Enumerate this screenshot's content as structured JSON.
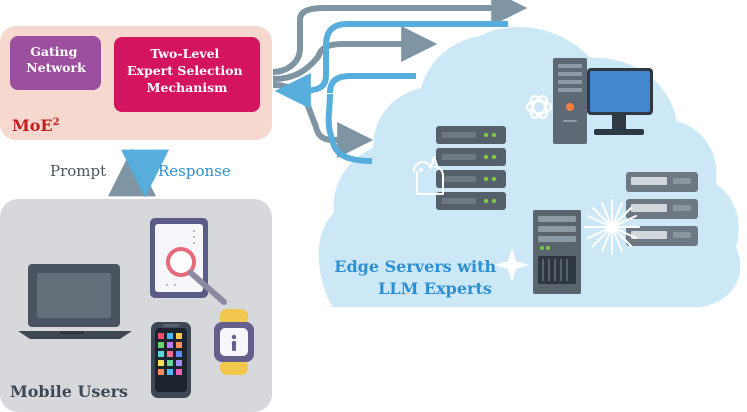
{
  "colors": {
    "moe_panel": "#f6d8cf",
    "gating_network": "#9c4f9e",
    "selection_mechanism": "#d51460",
    "moe_label": "#c11d1d",
    "mobile_panel": "#d6d8dc",
    "cloud": "#cce8f7",
    "gray_arrow": "#7f95a3",
    "blue_arrow": "#57aedc",
    "server_dark": "#56606a",
    "server_light": "#7d8892",
    "server_led": "#7cc943",
    "monitor_blue": "#4387cf",
    "edge_label": "#2b8fd2"
  },
  "moe": {
    "gating_network_label": [
      "Gating",
      "Network"
    ],
    "selection_label": [
      "Two-Level",
      "Expert Selection",
      "Mechanism"
    ],
    "title": "MoE",
    "title_superscript": "2"
  },
  "links": {
    "prompt_label": "Prompt",
    "response_label": "Response"
  },
  "mobile": {
    "title": "Mobile Users"
  },
  "edge": {
    "title_lines": [
      "Edge Servers with",
      "LLM Experts"
    ]
  },
  "icons": [
    "prompt-arrow-icon",
    "response-arrow-icon",
    "laptop-icon",
    "tablet-document-icon",
    "magnifier-icon",
    "smartphone-icon",
    "smartwatch-icon",
    "server-rack-icon",
    "desktop-tower-icon",
    "monitor-icon",
    "openai-logo-icon",
    "llama-icon",
    "sparkle-icon",
    "starburst-icon"
  ]
}
